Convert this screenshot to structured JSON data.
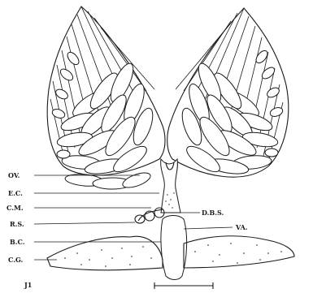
{
  "labels": {
    "ov": "OV.",
    "ec": "E.C.",
    "cm": "C.M.",
    "rs": "R.S.",
    "bc": "B.C.",
    "cg": "C.G.",
    "dbs": "D.B.S.",
    "va": "VA.",
    "corner": "J1"
  }
}
